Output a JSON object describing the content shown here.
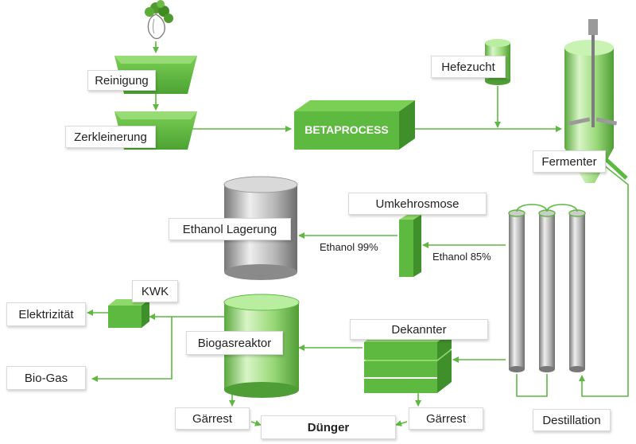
{
  "labels": {
    "reinigung": "Reinigung",
    "zerkleinerung": "Zerkleinerung",
    "betaprocess": "BETAPROCESS",
    "hefezucht": "Hefezucht",
    "fermenter": "Fermenter",
    "umkehrosmose": "Umkehrosmose",
    "ethanol_lagerung": "Ethanol Lagerung",
    "ethanol_99": "Ethanol 99%",
    "ethanol_85": "Ethanol 85%",
    "kwk": "KWK",
    "elektrizitaet": "Elektrizität",
    "biogasreaktor": "Biogasreaktor",
    "dekannter": "Dekannter",
    "bio_gas": "Bio-Gas",
    "gaerrest_left": "Gärrest",
    "duenger": "Dünger",
    "gaerrest_right": "Gärrest",
    "destillation": "Destillation"
  },
  "colors": {
    "green": "#5db940",
    "green_light": "#8fd86a",
    "green_dark": "#3f8f2a",
    "steel": "#a9a9a9"
  }
}
